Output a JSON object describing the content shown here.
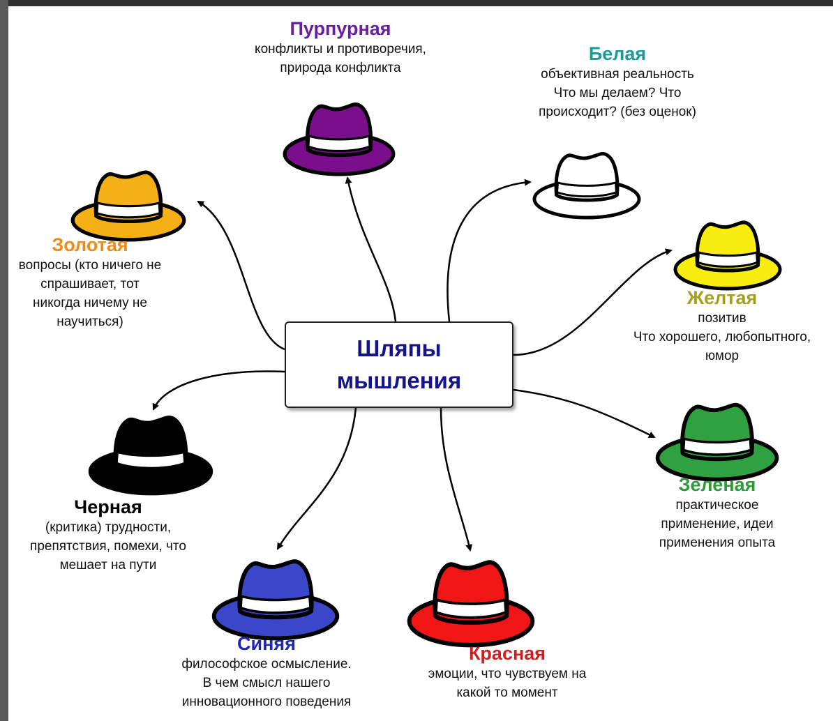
{
  "center": {
    "line1": "Шляпы",
    "line2": "мышления",
    "color": "#14148c"
  },
  "hats": [
    {
      "id": "purple",
      "title": "Пурпурная",
      "lines": [
        "конфликты и противоречия,",
        "природа конфликта"
      ],
      "title_color": "#6a1fa0",
      "fill": "#7a0e8c"
    },
    {
      "id": "white",
      "title": "Белая",
      "lines": [
        "объективная реальность",
        "Что мы делаем? Что",
        "происходит? (без оценок)"
      ],
      "title_color": "#1a9a9a",
      "fill": "#ffffff"
    },
    {
      "id": "gold",
      "title": "Золотая",
      "lines": [
        "вопросы (кто ничего не",
        "спрашивает, тот",
        "никогда ничему не",
        "научиться)"
      ],
      "title_color": "#f08c14",
      "fill": "#f5b016"
    },
    {
      "id": "yellow",
      "title": "Желтая",
      "lines": [
        "позитив",
        "Что хорошего, любопытного,",
        "юмор"
      ],
      "title_color": "#a6a020",
      "fill": "#f7ee10"
    },
    {
      "id": "black",
      "title": "Черная",
      "lines": [
        "(критика) трудности,",
        "препятствия, помехи, что",
        "мешает на пути"
      ],
      "title_color": "#000000",
      "fill": "#000000"
    },
    {
      "id": "green",
      "title": "Зеленая",
      "lines": [
        "практическое",
        "применение, идеи",
        "применения опыта"
      ],
      "title_color": "#2f9a3a",
      "fill": "#2fa140"
    },
    {
      "id": "blue",
      "title": "Синяя",
      "lines": [
        "философское осмысление.",
        "В чем смысл нашего",
        "инновационного поведения"
      ],
      "title_color": "#1e28b4",
      "fill": "#3a47c8"
    },
    {
      "id": "red",
      "title": "Красная",
      "lines": [
        "эмоции, что чувствуем на",
        "какой то момент"
      ],
      "title_color": "#d41e1e",
      "fill": "#f01616"
    }
  ]
}
